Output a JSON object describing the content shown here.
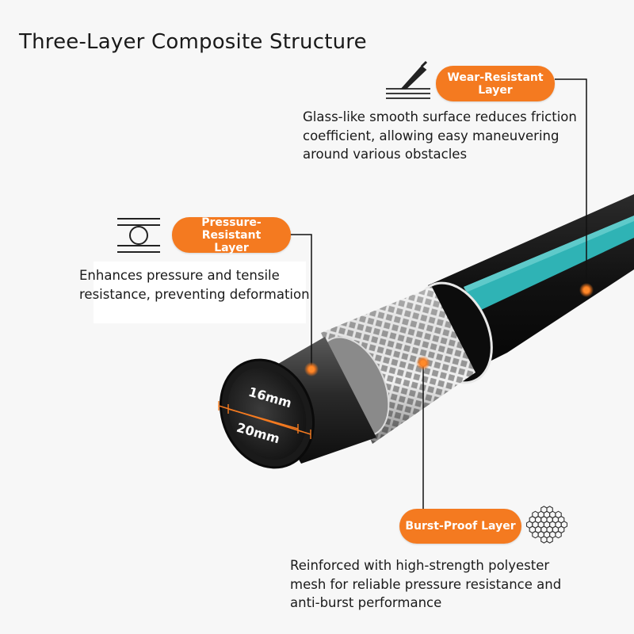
{
  "title": "Three-Layer Composite Structure",
  "wear_layer": {
    "label_line1": "Wear-Resistant",
    "label_line2": "Layer",
    "desc_line1": "Glass-like smooth surface reduces friction",
    "desc_line2": "coefficient, allowing easy maneuvering",
    "desc_line3": "around various obstacles",
    "icon": "scraper-icon"
  },
  "pressure_layer": {
    "label_line1": "Pressure-Resistant",
    "label_line2": "Layer",
    "desc_line1": "Enhances pressure and tensile",
    "desc_line2": "resistance, preventing deformation",
    "icon": "compression-icon"
  },
  "burst_layer": {
    "label": "Burst-Proof Layer",
    "desc_line1": "Reinforced with high-strength polyester",
    "desc_line2": "mesh for reliable pressure resistance and",
    "desc_line3": "anti-burst performance",
    "icon": "mesh-icon"
  },
  "dimensions": {
    "inner": "16mm",
    "outer": "20mm"
  },
  "colors": {
    "accent": "#f47a20",
    "teal": "#2fb3b5",
    "hose": "#111111"
  }
}
